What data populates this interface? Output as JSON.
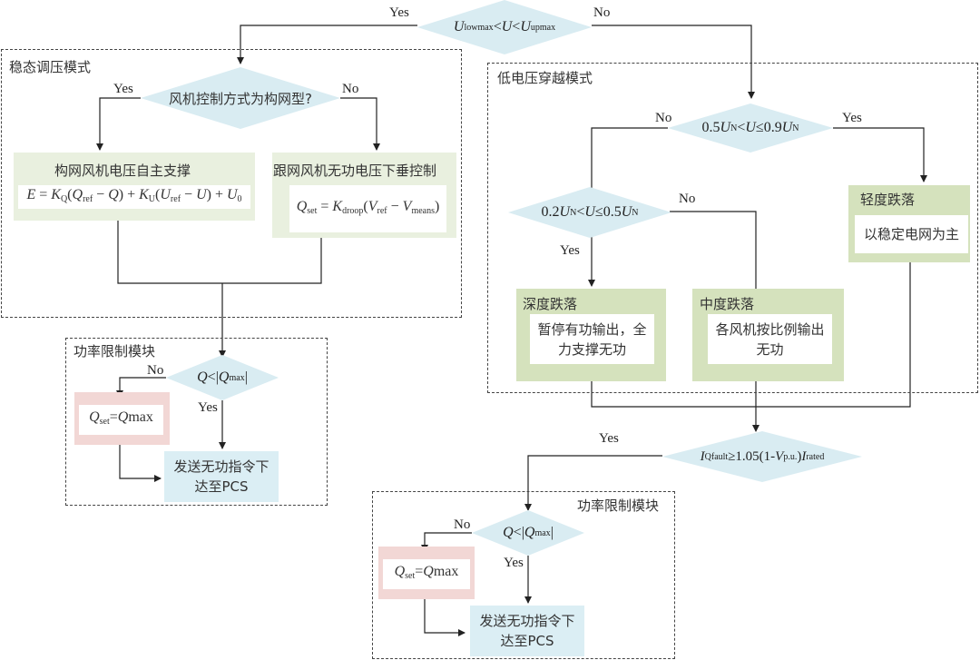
{
  "colors": {
    "decision_fill": "#d9ecf2",
    "process_green": "#d5e2bd",
    "process_green_light": "#e9f0df",
    "limit_pink": "#f2d7d5",
    "output_blue": "#dbeef4",
    "line": "#222222",
    "dash": "#444444"
  },
  "top_decision": {
    "text_parts": [
      "U",
      "lowmax",
      "<",
      "U",
      "<",
      "U",
      "upmax"
    ],
    "yes_label": "Yes",
    "no_label": "No"
  },
  "steady_mode": {
    "title": "稳态调压模式",
    "decision": {
      "text": "风机控制方式为构网型?",
      "yes_label": "Yes",
      "no_label": "No"
    },
    "grid_forming": {
      "title": "构网风机电压自主支撑",
      "formula": {
        "E": "E",
        "eq": " = ",
        "KQ": "K",
        "KQ_sub": "Q",
        "open": "(",
        "Qref": "Q",
        "Qref_sub": "ref",
        "minus": " − ",
        "Q": "Q",
        "close": ")",
        "plus": " + ",
        "KU": "K",
        "KU_sub": "U",
        "Uref": "U",
        "Uref_sub": "ref",
        "U": "U",
        "U0": "U",
        "U0_sub": "0"
      }
    },
    "grid_following": {
      "title": "跟网风机无功电压下垂控制",
      "formula": {
        "Qset": "Q",
        "Qset_sub": "set",
        "eq": " = ",
        "K": "K",
        "K_sub": "droop",
        "open": "(",
        "Vref": "V",
        "Vref_sub": "ref",
        "minus": " − ",
        "Vm": "V",
        "Vm_sub": "means",
        "close": ")"
      }
    }
  },
  "power_limit_left": {
    "title": "功率限制模块",
    "decision": {
      "Q": "Q",
      "lt": "<|",
      "Qmax": "Q",
      "Qmax_sub": "max",
      "bar": "|",
      "no_label": "No",
      "yes_label": "Yes"
    },
    "set_box": {
      "Q": "Q",
      "sub": "set",
      "eq": "=",
      "Qm": "Q",
      "Qm_sub": "max"
    },
    "output": {
      "line1": "发送无功指令下",
      "line2": "达至PCS"
    }
  },
  "lvrt_mode": {
    "title": "低电压穿越模式",
    "decision1": {
      "parts": [
        "0.5",
        "U",
        "N",
        "<",
        "U",
        "≤",
        "0.9",
        "U",
        "N"
      ],
      "no_label": "No",
      "yes_label": "Yes"
    },
    "decision2": {
      "parts": [
        "0.2",
        "U",
        "N",
        "<",
        "U",
        "≤",
        "0.5",
        "U",
        "N"
      ],
      "no_label": "No",
      "yes_label": "Yes"
    },
    "light_drop": {
      "title": "轻度跌落",
      "body": "以稳定电网为主"
    },
    "deep_drop": {
      "title": "深度跌落",
      "body_line1": "暂停有功输出，全",
      "body_line2": "力支撑无功"
    },
    "medium_drop": {
      "title": "中度跌落",
      "body_line1": "各风机按比例输出",
      "body_line2": "无功"
    }
  },
  "fault_decision": {
    "I": "I",
    "I_sub": "Qfault",
    "ge": "≥1.05(1-",
    "V": "V",
    "V_sub": "p.u.",
    "close": ")",
    "Ir": "I",
    "Ir_sub": "rated",
    "yes_label": "Yes"
  },
  "power_limit_right": {
    "title": "功率限制模块",
    "decision": {
      "Q": "Q",
      "lt": "<|",
      "Qmax": "Q",
      "Qmax_sub": "max",
      "bar": "|",
      "no_label": "No",
      "yes_label": "Yes"
    },
    "set_box": {
      "Q": "Q",
      "sub": "set",
      "eq": "=",
      "Qm": "Q",
      "Qm_sub": "max"
    },
    "output": {
      "line1": "发送无功指令下",
      "line2": "达至PCS"
    }
  }
}
